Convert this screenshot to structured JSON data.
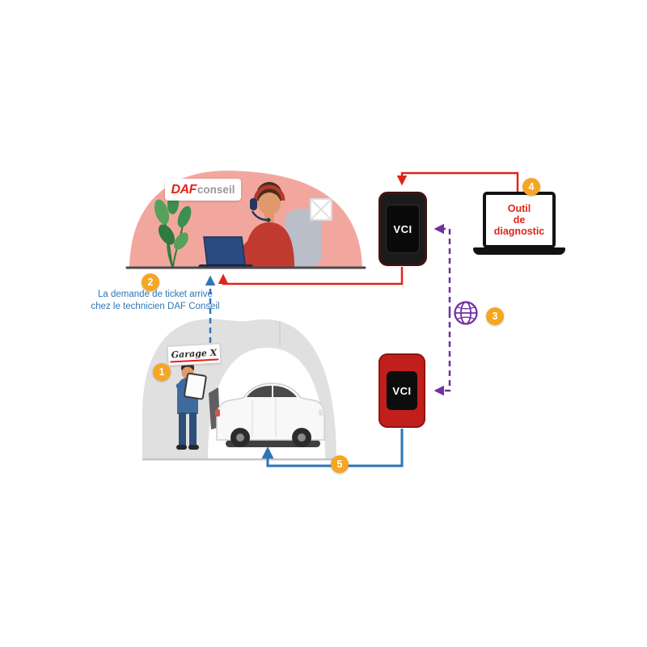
{
  "palette": {
    "accent_orange": "#F5A623",
    "red": "#E2231A",
    "blue": "#2E75B6",
    "purple": "#7030A0",
    "office_salmon": "#F2A79E",
    "garage_gray": "#E0E0E0"
  },
  "office": {
    "logo_daf": "DAF",
    "logo_conseil": "conseil"
  },
  "caption": {
    "line1": "La demande de ticket arrive",
    "line2": "chez le technicien DAF Conseil"
  },
  "garage": {
    "sign_label": "Garage X"
  },
  "devices": {
    "vci_top_label": "VCI",
    "vci_bottom_label": "VCI",
    "tool_line1": "Outil",
    "tool_line2": "de",
    "tool_line3": "diagnostic"
  },
  "steps": [
    {
      "n": "1"
    },
    {
      "n": "2"
    },
    {
      "n": "3"
    },
    {
      "n": "4"
    },
    {
      "n": "5"
    }
  ],
  "icons": {
    "internet": "globe-icon"
  }
}
